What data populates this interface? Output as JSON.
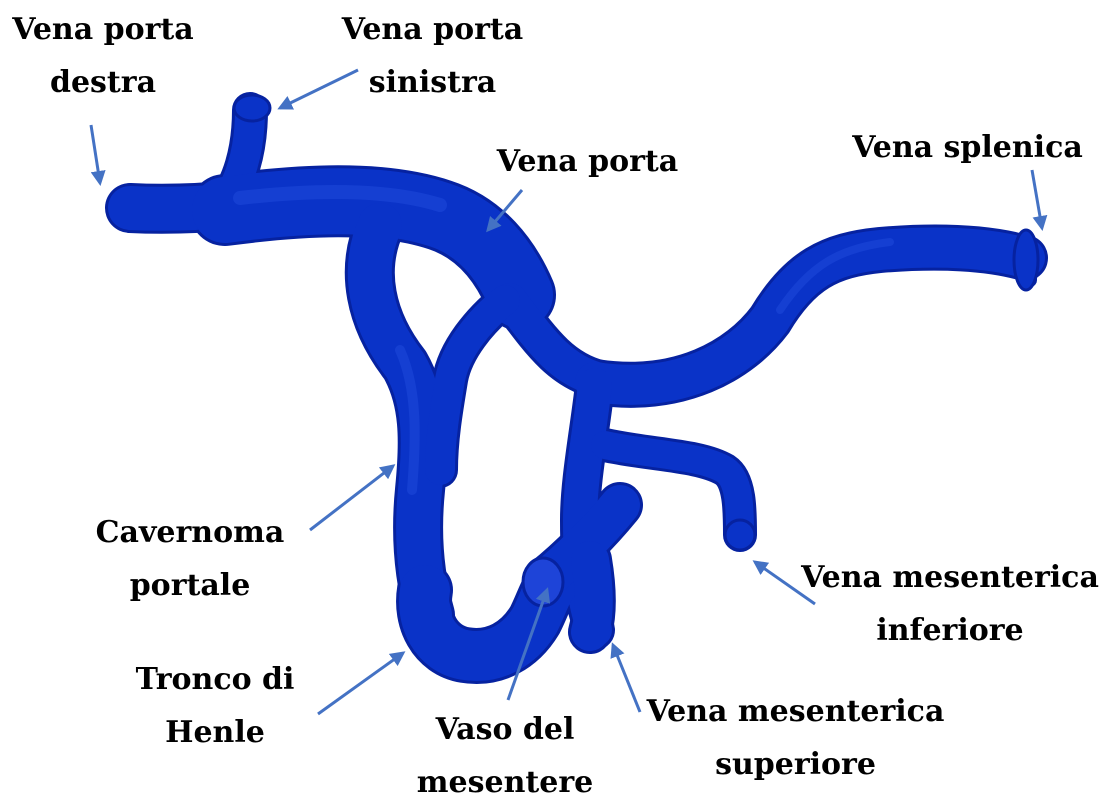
{
  "colors": {
    "vessel": "#0a33c8",
    "vessel_dark": "#0622a0",
    "vessel_highlight": "#2a55e6",
    "arrow": "#4472c4",
    "text": "#000000",
    "background": "#ffffff"
  },
  "labels": {
    "vena_porta_destra": {
      "line1": "Vena porta",
      "line2": "destra"
    },
    "vena_porta_sinistra": {
      "line1": "Vena porta",
      "line2": "sinistra"
    },
    "vena_porta": {
      "line1": "Vena porta"
    },
    "vena_splenica": {
      "line1": "Vena splenica"
    },
    "cavernoma_portale": {
      "line1": "Cavernoma",
      "line2": "portale"
    },
    "vena_mesenterica_inferiore": {
      "line1": "Vena mesenterica",
      "line2": "inferiore"
    },
    "tronco_di_henle": {
      "line1": "Tronco di",
      "line2": "Henle"
    },
    "vaso_del_mesentere": {
      "line1": "Vaso del",
      "line2": "mesentere"
    },
    "vena_mesenterica_superiore": {
      "line1": "Vena mesenterica",
      "line2": "superiore"
    }
  }
}
